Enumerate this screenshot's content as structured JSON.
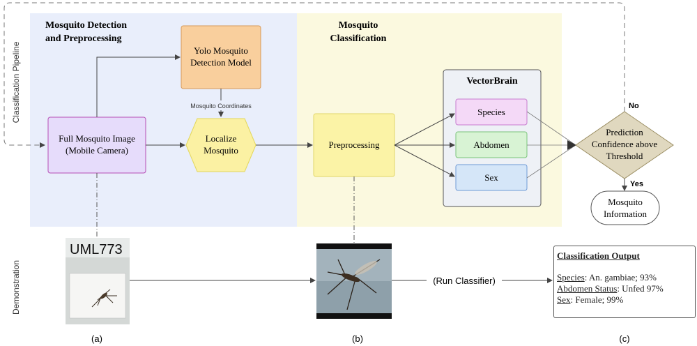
{
  "rows": {
    "pipeline": "Classification Pipeline",
    "demo": "Demonstration"
  },
  "sections": {
    "detection_line1": "Mosquito Detection",
    "detection_line2": "and Preprocessing",
    "classification_line1": "Mosquito",
    "classification_line2": "Classification"
  },
  "nodes": {
    "yolo_line1": "Yolo Mosquito",
    "yolo_line2": "Detection Model",
    "coords": "Mosquito Coordinates",
    "full_line1": "Full Mosquito Image",
    "full_line2": "(Mobile Camera)",
    "localize_line1": "Localize",
    "localize_line2": "Mosquito",
    "preprocessing": "Preprocessing",
    "vectorbrain": "VectorBrain",
    "species": "Species",
    "abdomen": "Abdomen",
    "sex": "Sex",
    "decision_line1": "Prediction",
    "decision_line2": "Confidence above",
    "decision_line3": "Threshold",
    "no": "No",
    "yes": "Yes",
    "info_line1": "Mosquito",
    "info_line2": "Information"
  },
  "demo": {
    "photo_label": "UML773",
    "run_classifier": "(Run Classifier)"
  },
  "output": {
    "title": "Classification Output",
    "species_key": "Species",
    "species_val": ": An. gambiae; 93%",
    "abdomen_key": "Abdomen Status",
    "abdomen_val": ": Unfed 97%",
    "sex_key": "Sex",
    "sex_val": ": Female; 99%"
  },
  "captions": {
    "a": "(a)",
    "b": "(b)",
    "c": "(c)"
  },
  "colors": {
    "detection_bg": "#e9eefb",
    "classification_bg": "#fbf9df",
    "yolo_fill": "#f9cf9d",
    "full_fill": "#e6dcfb",
    "localize_fill": "#fbf1a3",
    "pre_fill": "#fbf3a6",
    "species_fill": "#f4d9f7",
    "abdomen_fill": "#d8f3d4",
    "sex_fill": "#d5e6f8",
    "decision_fill": "#e0d8bf"
  }
}
